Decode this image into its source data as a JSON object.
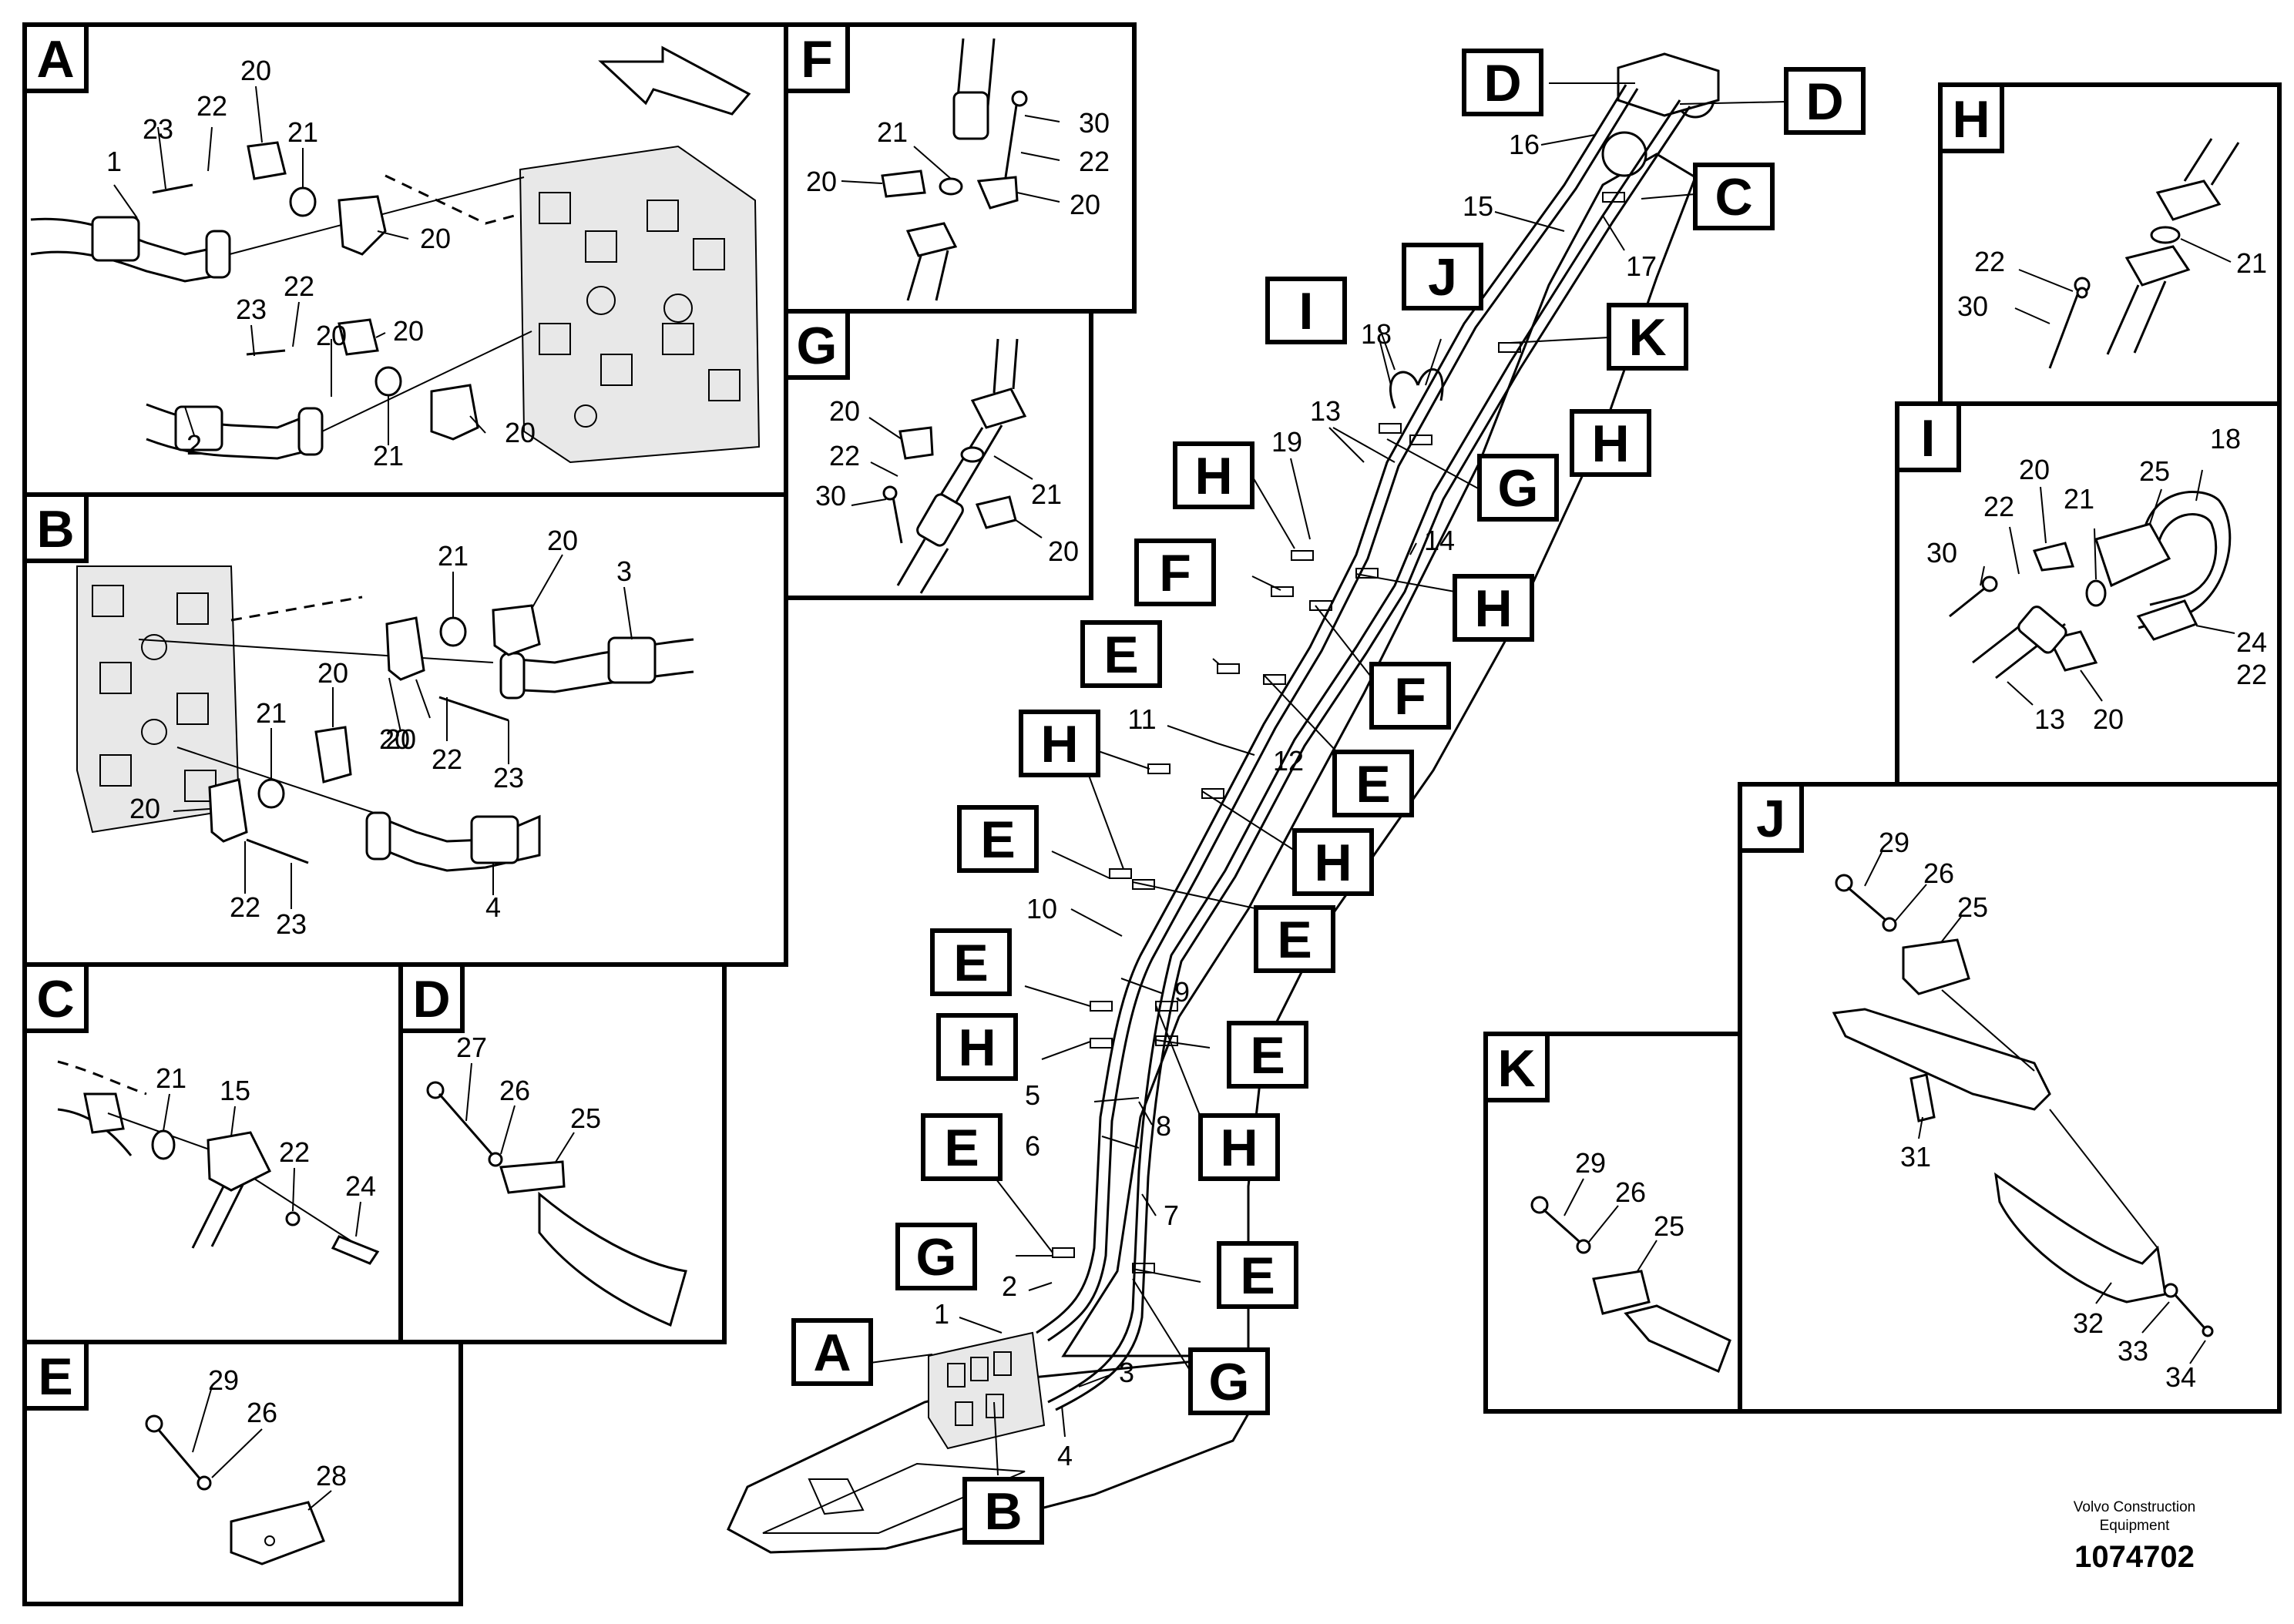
{
  "panels": {
    "A": {
      "letter": "A",
      "callouts": [
        "1",
        "2",
        "20",
        "20",
        "20",
        "20",
        "20",
        "21",
        "21",
        "22",
        "22",
        "23",
        "23"
      ]
    },
    "B": {
      "letter": "B",
      "callouts": [
        "3",
        "4",
        "20",
        "20",
        "20",
        "20",
        "20",
        "21",
        "21",
        "22",
        "22",
        "23",
        "23"
      ]
    },
    "C": {
      "letter": "C",
      "callouts": [
        "15",
        "21",
        "22",
        "24"
      ]
    },
    "D": {
      "letter": "D",
      "callouts": [
        "25",
        "26",
        "27"
      ]
    },
    "E": {
      "letter": "E",
      "callouts": [
        "26",
        "28",
        "29"
      ]
    },
    "F": {
      "letter": "F",
      "callouts": [
        "20",
        "20",
        "21",
        "22",
        "30"
      ]
    },
    "G": {
      "letter": "G",
      "callouts": [
        "20",
        "20",
        "21",
        "22",
        "30"
      ]
    },
    "H": {
      "letter": "H",
      "callouts": [
        "21",
        "22",
        "30"
      ]
    },
    "I": {
      "letter": "I",
      "callouts": [
        "13",
        "18",
        "20",
        "20",
        "21",
        "22",
        "22",
        "24",
        "25",
        "30"
      ]
    },
    "J": {
      "letter": "J",
      "callouts": [
        "25",
        "26",
        "29",
        "31",
        "32",
        "33",
        "34"
      ]
    },
    "K": {
      "letter": "K",
      "callouts": [
        "25",
        "26",
        "29"
      ]
    }
  },
  "main_view": {
    "letter_tags": [
      "D",
      "D",
      "C",
      "I",
      "J",
      "K",
      "H",
      "G",
      "H",
      "F",
      "H",
      "E",
      "F",
      "H",
      "E",
      "E",
      "H",
      "E",
      "E",
      "H",
      "E",
      "H",
      "E",
      "G",
      "E",
      "A",
      "G",
      "B"
    ],
    "part_numbers": [
      "16",
      "15",
      "17",
      "18",
      "13",
      "19",
      "14",
      "11",
      "12",
      "10",
      "9",
      "5",
      "6",
      "8",
      "7",
      "2",
      "1",
      "3",
      "4"
    ]
  },
  "footer": {
    "brand_line1": "Volvo Construction",
    "brand_line2": "Equipment",
    "doc_number": "1074702"
  }
}
